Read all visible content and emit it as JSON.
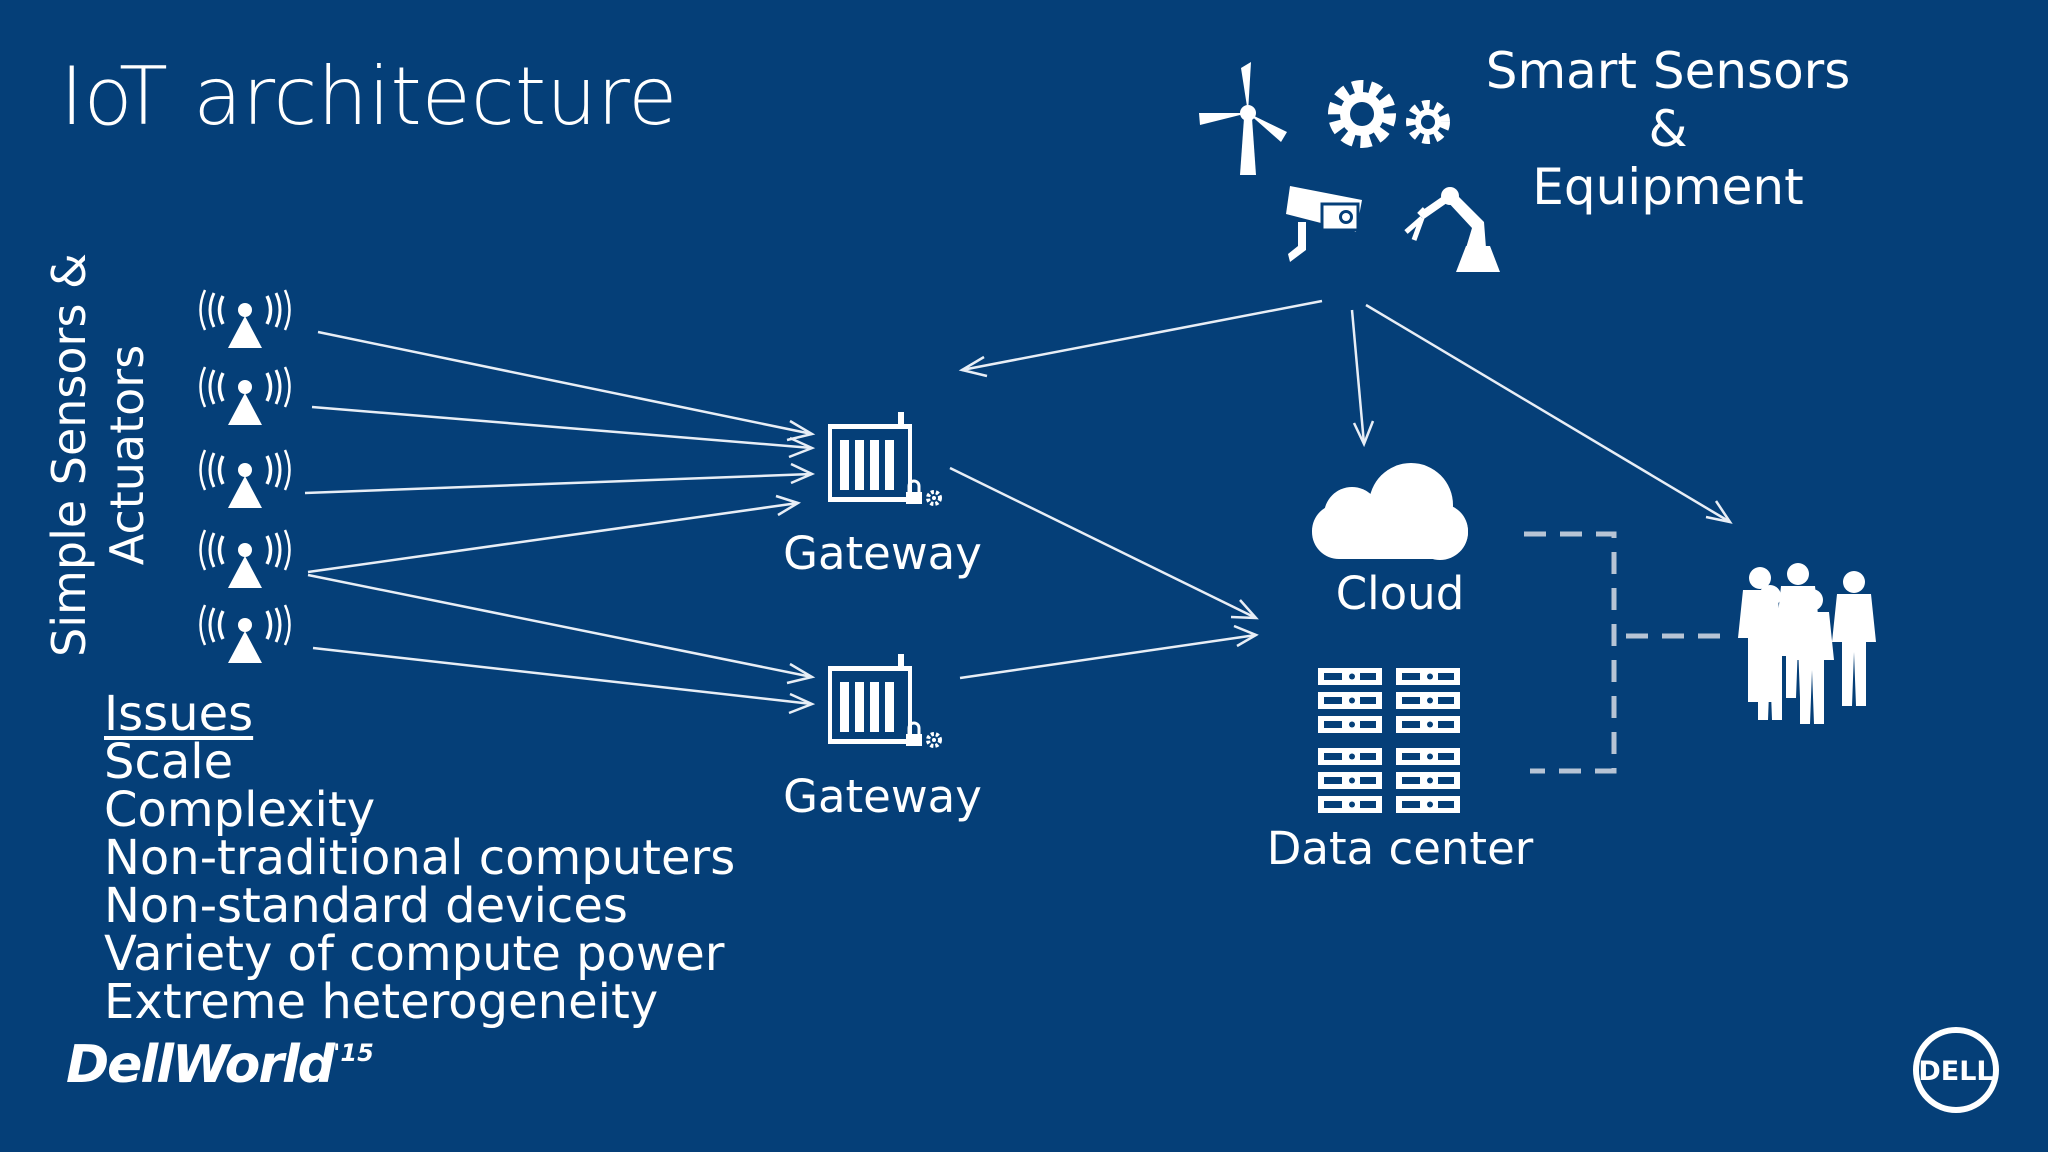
{
  "title": "IoT architecture",
  "smart_sensors": {
    "line1": "Smart Sensors &",
    "line2": "Equipment"
  },
  "simple_sensors": {
    "line1": "Simple Sensors &",
    "line2": "Actuators"
  },
  "gateways": [
    "Gateway",
    "Gateway"
  ],
  "cloud_label": "Cloud",
  "datacenter_label": "Data center",
  "issues": {
    "heading": "Issues",
    "items": [
      "Scale",
      "Complexity",
      "Non-traditional computers",
      "Non-standard devices",
      "Variety of compute power",
      "Extreme heterogeneity"
    ]
  },
  "brand": {
    "name": "DellWorld",
    "year": "'15"
  },
  "logo_text": "DELL",
  "icons": [
    "wind-turbine-icon",
    "gears-icon",
    "security-camera-icon",
    "robot-arm-icon",
    "sensor-icon",
    "gateway-icon",
    "cloud-icon",
    "server-rack-icon",
    "people-group-icon",
    "dell-logo"
  ],
  "colors": {
    "background": "#053f78",
    "foreground": "#ffffff",
    "line": "#e8eef6",
    "dashed": "#b7c4d5"
  }
}
